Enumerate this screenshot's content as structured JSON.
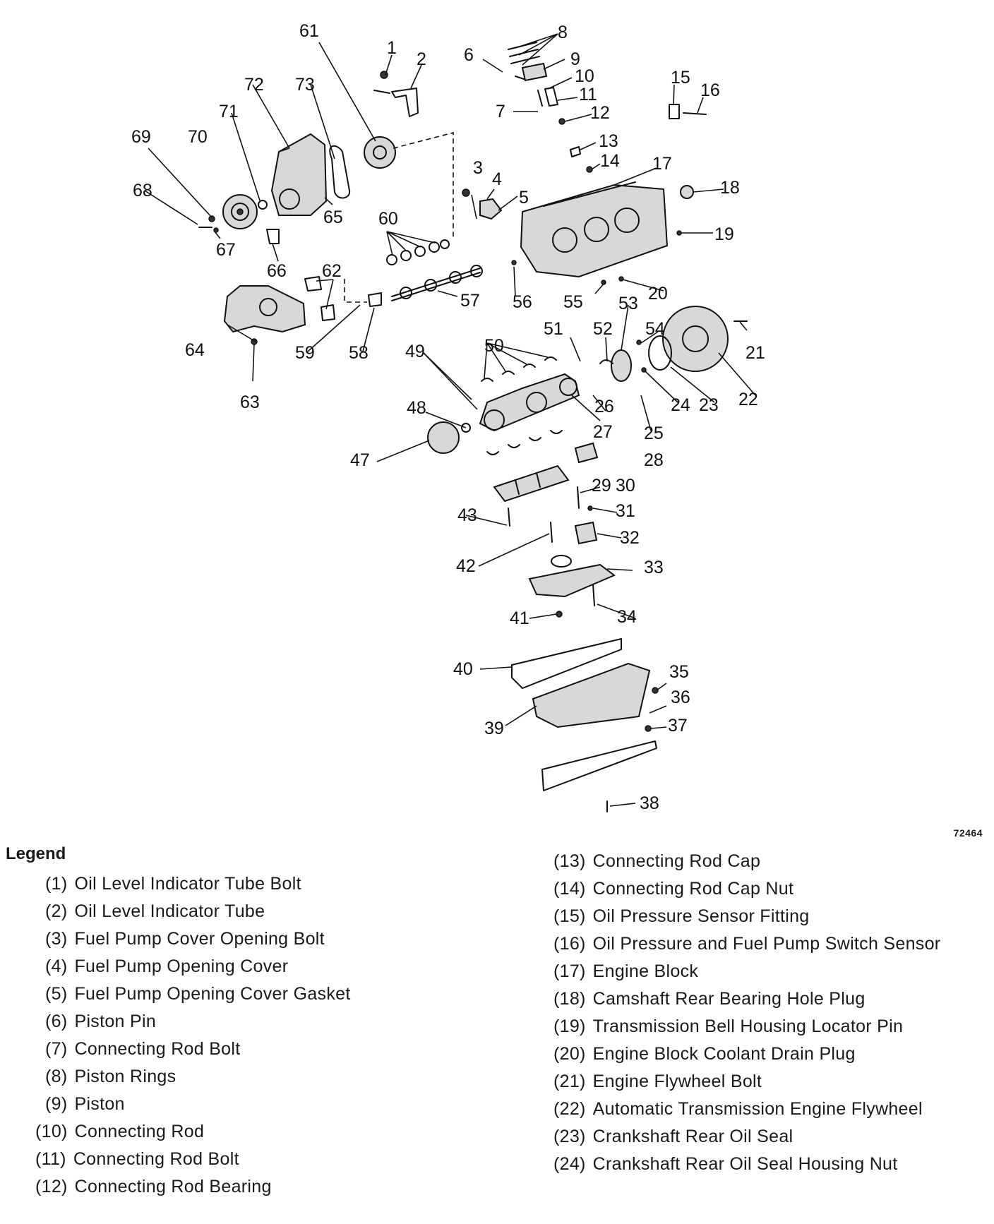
{
  "figure_code": "72464",
  "legend_title": "Legend",
  "callouts": [
    "1",
    "2",
    "3",
    "4",
    "5",
    "6",
    "7",
    "8",
    "9",
    "10",
    "11",
    "12",
    "13",
    "14",
    "15",
    "16",
    "17",
    "18",
    "19",
    "20",
    "21",
    "22",
    "23",
    "24",
    "25",
    "26",
    "27",
    "28",
    "29",
    "30",
    "31",
    "32",
    "33",
    "34",
    "35",
    "36",
    "37",
    "38",
    "39",
    "40",
    "41",
    "42",
    "43",
    "47",
    "48",
    "49",
    "50",
    "51",
    "52",
    "53",
    "54",
    "55",
    "56",
    "57",
    "58",
    "59",
    "60",
    "61",
    "62",
    "63",
    "64",
    "65",
    "66",
    "67",
    "68",
    "69",
    "70",
    "71",
    "72",
    "73"
  ],
  "legend_items": [
    {
      "num": "(1)",
      "text": "Oil Level Indicator Tube Bolt"
    },
    {
      "num": "(2)",
      "text": "Oil Level Indicator Tube"
    },
    {
      "num": "(3)",
      "text": "Fuel Pump Cover Opening Bolt"
    },
    {
      "num": "(4)",
      "text": "Fuel Pump Opening Cover"
    },
    {
      "num": "(5)",
      "text": "Fuel Pump Opening Cover Gasket"
    },
    {
      "num": "(6)",
      "text": "Piston Pin"
    },
    {
      "num": "(7)",
      "text": "Connecting Rod Bolt"
    },
    {
      "num": "(8)",
      "text": "Piston Rings"
    },
    {
      "num": "(9)",
      "text": "Piston"
    },
    {
      "num": "(10)",
      "text": "Connecting Rod"
    },
    {
      "num": "(11)",
      "text": "Connecting Rod Bolt"
    },
    {
      "num": "(12)",
      "text": "Connecting Rod Bearing"
    },
    {
      "num": "(13)",
      "text": "Connecting Rod Cap"
    },
    {
      "num": "(14)",
      "text": "Connecting Rod Cap Nut"
    },
    {
      "num": "(15)",
      "text": "Oil Pressure Sensor Fitting"
    },
    {
      "num": "(16)",
      "text": "Oil Pressure and Fuel Pump Switch Sensor"
    },
    {
      "num": "(17)",
      "text": "Engine Block"
    },
    {
      "num": "(18)",
      "text": "Camshaft Rear Bearing Hole Plug"
    },
    {
      "num": "(19)",
      "text": "Transmission Bell Housing Locator Pin"
    },
    {
      "num": "(20)",
      "text": "Engine Block Coolant Drain Plug"
    },
    {
      "num": "(21)",
      "text": "Engine Flywheel Bolt"
    },
    {
      "num": "(22)",
      "text": "Automatic Transmission Engine Flywheel"
    },
    {
      "num": "(23)",
      "text": "Crankshaft Rear Oil Seal"
    },
    {
      "num": "(24)",
      "text": "Crankshaft Rear Oil Seal Housing Nut"
    }
  ]
}
